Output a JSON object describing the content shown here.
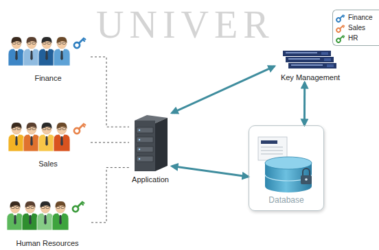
{
  "diagram": {
    "nodes": [
      {
        "text": [
          "Finance"
        ]
      },
      {
        "text": [
          "Sales"
        ]
      },
      {
        "text": [
          "Human Resources"
        ]
      },
      {
        "text": [
          "Application"
        ]
      },
      {
        "text": [
          "Key Management"
        ]
      },
      {
        "text": [
          "Database"
        ]
      }
    ],
    "edges": [
      {
        "from": 0,
        "to": 3,
        "arrow": "none"
      },
      {
        "from": 1,
        "to": 3,
        "arrow": "none"
      },
      {
        "from": 2,
        "to": 3,
        "arrow": "none"
      },
      {
        "from": 4,
        "to": 3,
        "arrow": "both"
      },
      {
        "from": 4,
        "to": 5,
        "arrow": "both"
      },
      {
        "from": 3,
        "to": 5,
        "arrow": "both"
      }
    ],
    "labels": [
      "UNIVER"
    ],
    "legend": [
      {
        "text": "Finance",
        "color": "#2f7fc0"
      },
      {
        "text": "Sales",
        "color": "#e8834a"
      },
      {
        "text": "HR",
        "color": "#3a9a3a"
      }
    ]
  }
}
